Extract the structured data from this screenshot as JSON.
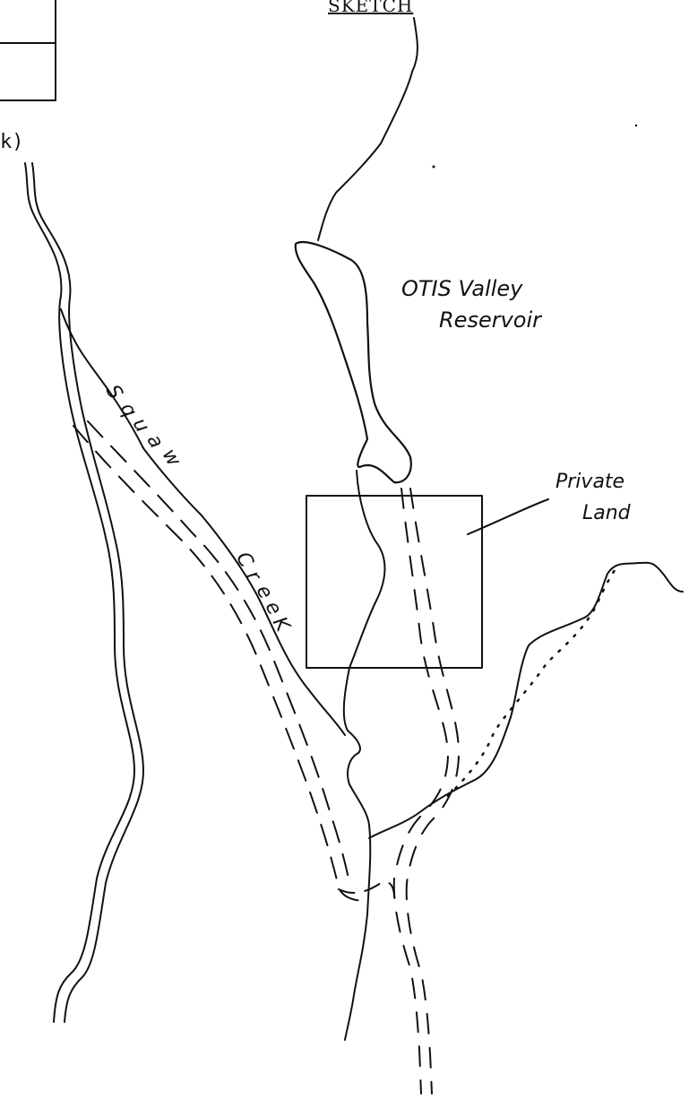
{
  "map": {
    "title": "SKETCH",
    "corner_fragment": "k)",
    "reservoir_line1": "OTIS Valley",
    "reservoir_line2": "Reservoir",
    "private_land_line1": "Private",
    "private_land_line2": "Land",
    "creek_word1_letters": [
      "S",
      "q",
      "u",
      "a",
      "w"
    ],
    "creek_word2_letters": [
      "C",
      "r",
      "e",
      "e",
      "K"
    ]
  }
}
